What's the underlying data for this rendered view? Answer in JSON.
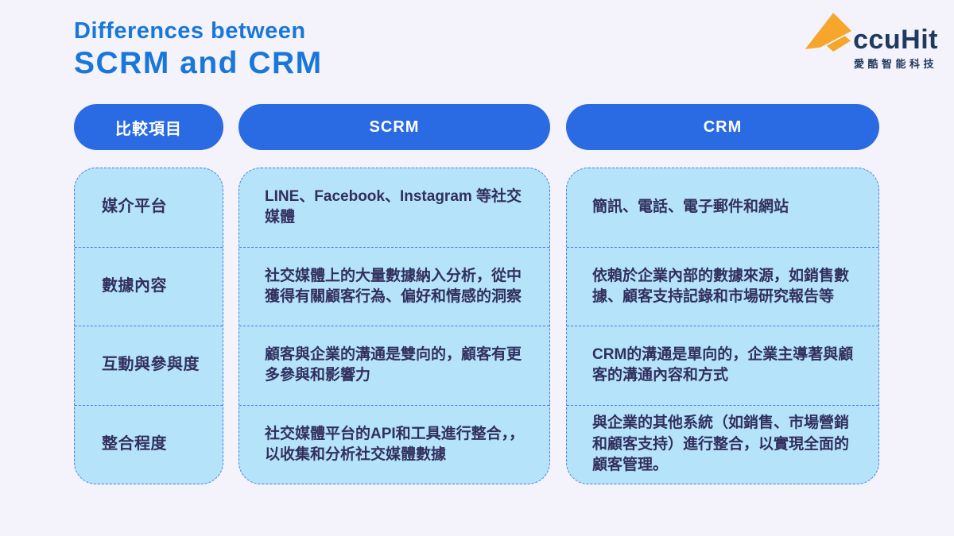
{
  "title": {
    "line1": "Differences between",
    "line2": "SCRM and CRM",
    "color": "#1877d9"
  },
  "logo": {
    "brand": "ccuHit",
    "subtitle": "愛酷智能科技",
    "mark_icon": "accuhit-a-mark",
    "mark_color": "#f5a62b",
    "text_color": "#1e3a5f"
  },
  "table": {
    "headers": [
      {
        "label": "比較項目"
      },
      {
        "label": "SCRM"
      },
      {
        "label": "CRM"
      }
    ],
    "rows": [
      {
        "label": "媒介平台",
        "scrm": "LINE、Facebook、Instagram 等社交媒體",
        "crm": "簡訊、電話、電子郵件和網站"
      },
      {
        "label": "數據內容",
        "scrm": "社交媒體上的大量數據納入分析，從中獲得有關顧客行為、偏好和情感的洞察",
        "crm": "依賴於企業內部的數據來源，如銷售數據、顧客支持記錄和市場研究報告等"
      },
      {
        "label": "互動與參與度",
        "scrm": "顧客與企業的溝通是雙向的，顧客有更多參與和影響力",
        "crm": "CRM的溝通是單向的，企業主導著與顧客的溝通內容和方式"
      },
      {
        "label": "整合程度",
        "scrm": "社交媒體平台的API和工具進行整合，，以收集和分析社交媒體數據",
        "crm": "與企業的其他系統（如銷售、市場營銷和顧客支持）進行整合，以實現全面的顧客管理。"
      }
    ],
    "colors": {
      "header_bg": "#2a6ae2",
      "header_text": "#ffffff",
      "cell_bg": "#b4e3fa",
      "cell_border": "#4a80e0",
      "cell_text": "#322f5e",
      "page_bg": "#f4f2fb"
    }
  }
}
